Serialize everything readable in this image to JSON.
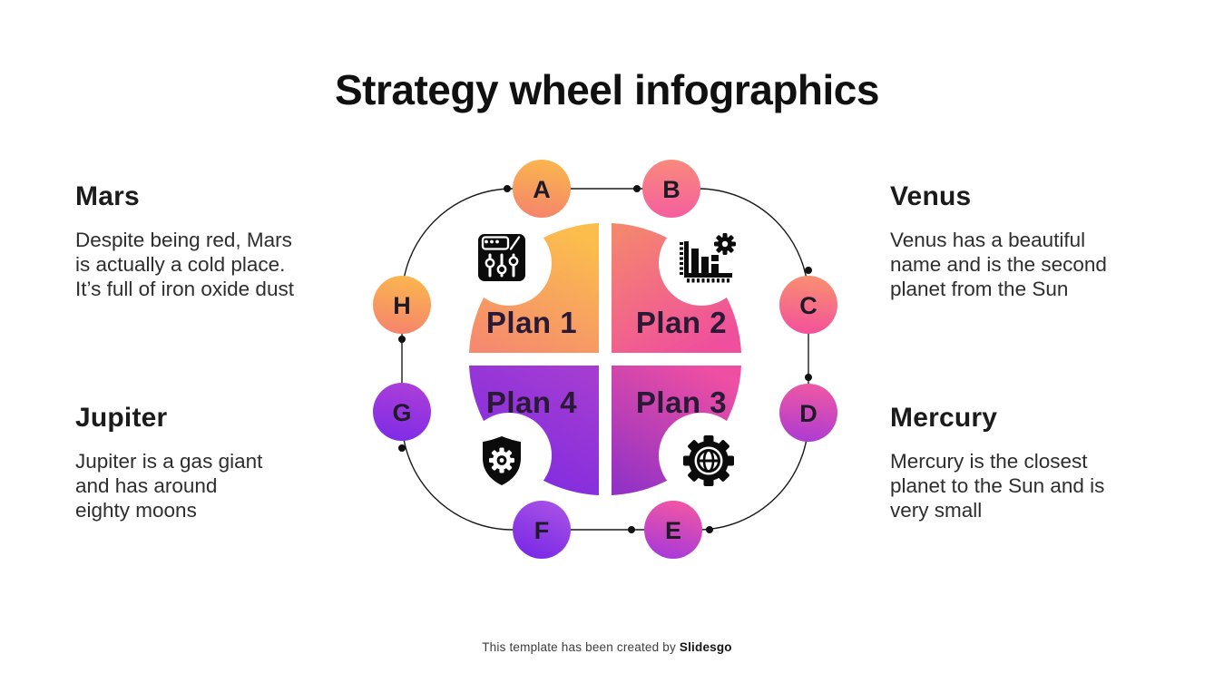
{
  "title": "Strategy wheel infographics",
  "sections": {
    "mars": {
      "heading": "Mars",
      "body": "Despite being red, Mars\nis actually a cold place.\nIt’s full of iron oxide dust"
    },
    "venus": {
      "heading": "Venus",
      "body": "Venus has a beautiful\nname and is the second\nplanet from the Sun"
    },
    "jupiter": {
      "heading": "Jupiter",
      "body": "Jupiter is a gas giant\nand has around\neighty moons"
    },
    "mercury": {
      "heading": "Mercury",
      "body": "Mercury is the closest\nplanet to the Sun and is\nvery small"
    }
  },
  "wheel": {
    "plans": [
      {
        "label": "Plan 1",
        "icon": "sliders-window-icon",
        "gradient_from": "#FBBE4C",
        "gradient_to": "#F58A6F"
      },
      {
        "label": "Plan 2",
        "icon": "bar-chart-gear-icon",
        "gradient_from": "#F5866E",
        "gradient_to": "#EF4F9D"
      },
      {
        "label": "Plan 3",
        "icon": "gear-target-icon",
        "gradient_from": "#EE4FA2",
        "gradient_to": "#9232C6"
      },
      {
        "label": "Plan 4",
        "icon": "shield-gear-icon",
        "gradient_from": "#A43CD2",
        "gradient_to": "#7B2AE2"
      }
    ],
    "nodes": [
      {
        "label": "A",
        "from": "#FAB64E",
        "to": "#F5846C"
      },
      {
        "label": "B",
        "from": "#F9897B",
        "to": "#F45F9F"
      },
      {
        "label": "C",
        "from": "#F9906F",
        "to": "#F3519C"
      },
      {
        "label": "D",
        "from": "#EF58A4",
        "to": "#AE3BD2"
      },
      {
        "label": "E",
        "from": "#F156A4",
        "to": "#A83AD9"
      },
      {
        "label": "F",
        "from": "#A64FE6",
        "to": "#7929E5"
      },
      {
        "label": "G",
        "from": "#AC3ED9",
        "to": "#7F2CE6"
      },
      {
        "label": "H",
        "from": "#FAB64E",
        "to": "#F5846C"
      }
    ]
  },
  "footer": {
    "text": "This template has been created by ",
    "brand": "Slidesgo"
  },
  "colors": {
    "background": "#FFFFFF",
    "ink": "#101010",
    "body_text": "#2E2E2E",
    "plan_label": "#2A1A35",
    "node_letter": "#1E1B26",
    "connector_line": "#1A1A1A",
    "icon_fill": "#0B0B0B"
  }
}
